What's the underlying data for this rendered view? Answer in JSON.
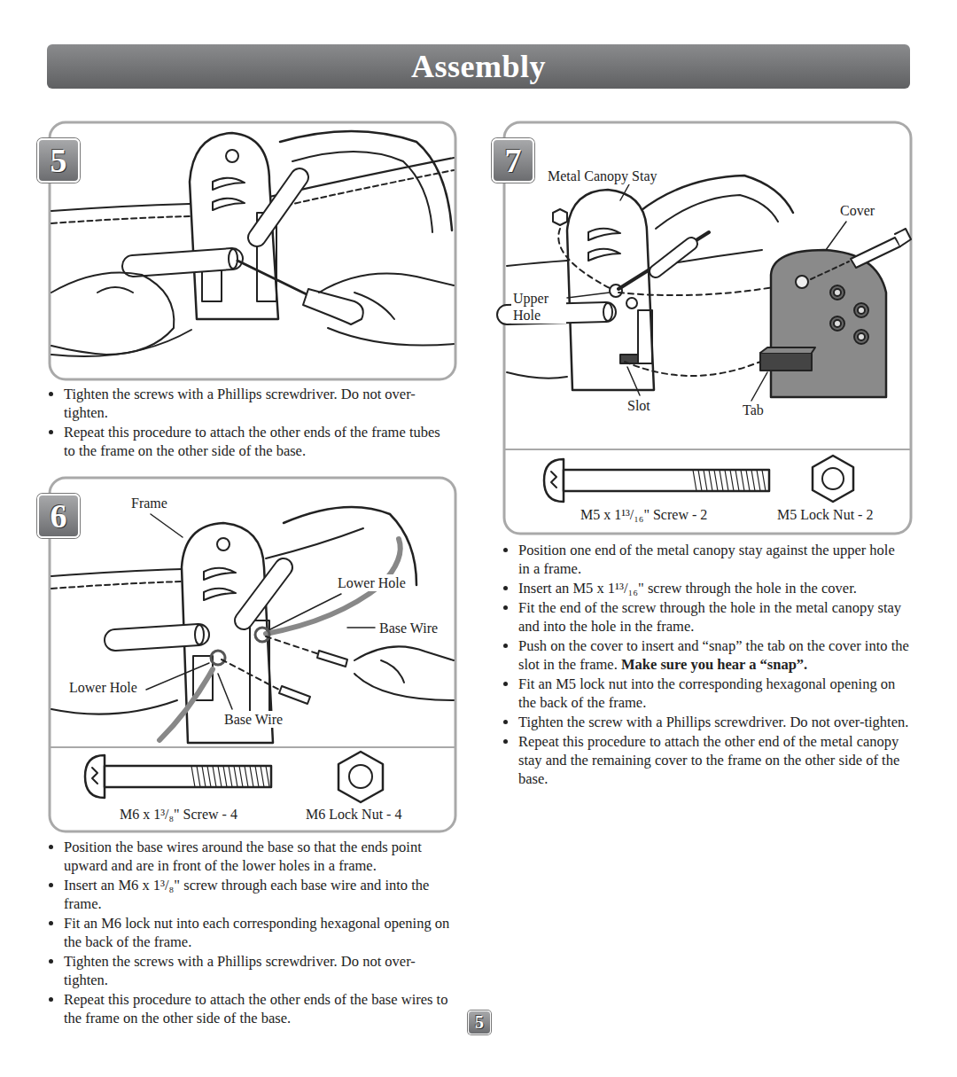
{
  "diagram": {
    "title": "Assembly",
    "nodes": [
      {
        "text": [
          "5"
        ]
      },
      {
        "text": [
          "6"
        ]
      },
      {
        "text": [
          "7"
        ]
      },
      {
        "text": [
          "5"
        ]
      }
    ],
    "labels": [
      "Tighten the screws with a Phillips screwdriver. Do not over-tighten.",
      "Repeat this procedure to attach the other ends of the frame tubes to the frame on the other side of the base.",
      "Frame",
      "Lower Hole",
      "Base Wire",
      "Lower Hole",
      "Base Wire",
      "M6 x 1³/₈\" Screw - 4",
      "M6 Lock Nut - 4",
      "Position the base wires around the base so that the ends point upward and are in front of the lower holes in a frame.",
      "Insert an M6 x 1³/₈\" screw through each base wire and into the frame.",
      "Fit an M6 lock nut into each corresponding hexagonal opening on the back of the frame.",
      "Tighten the screws with a Phillips screwdriver. Do not over-tighten.",
      "Repeat this procedure to attach the other ends of the base wires to the frame on the other side of the base.",
      "Metal Canopy Stay",
      "Cover",
      "Upper Hole",
      "Slot",
      "Tab",
      "M5 x 1¹³/₁₆\" Screw - 2",
      "M5 Lock Nut - 2",
      "Position one end of the metal canopy stay against the upper hole in a frame.",
      "Insert an M5 x 1¹³/₁₆\" screw through the hole in the cover.",
      "Fit the end of the screw through the hole in the metal canopy stay and into the hole in the frame.",
      "Push on the cover to insert and “snap” the tab on the cover into the slot in the frame.",
      "Make sure you hear a “snap”.",
      "Fit an M5 lock nut into the corresponding hexagonal opening on the back of the frame.",
      "Tighten the screw with a Phillips screwdriver. Do not over-tighten.",
      "Repeat this procedure to attach the other end of the metal canopy stay and the remaining cover to the frame on the other side of the base."
    ]
  }
}
